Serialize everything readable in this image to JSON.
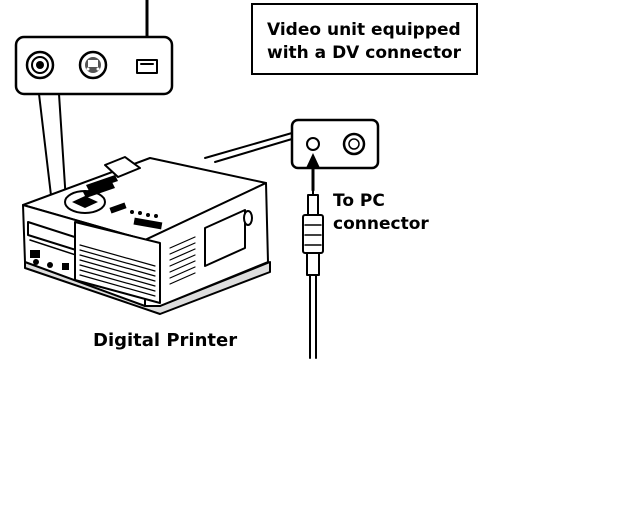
{
  "labels": {
    "video_unit_line1": "Video unit equipped",
    "video_unit_line2": "with a DV connector",
    "pc_line1": "To PC",
    "pc_line2": "connector",
    "printer": "Digital Printer"
  },
  "icons": [
    "composite-jack-icon",
    "s-video-jack-icon",
    "dv-port-icon",
    "pc-jack-icon",
    "round-jack-icon",
    "cable-plug-icon"
  ],
  "colors": {
    "line": "#000000",
    "background": "#ffffff",
    "printer_body": "#ffffff"
  }
}
